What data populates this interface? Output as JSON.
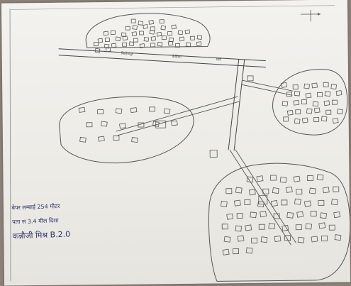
{
  "image": {
    "description_type": "hand-drawn village map on paper",
    "ink_color": "#2d3470",
    "pencil_color": "#555555",
    "paper_color": "#efeee9"
  },
  "map": {
    "settlements": [
      {
        "id": "north",
        "houses": 46
      },
      {
        "id": "west",
        "houses": 16
      },
      {
        "id": "east",
        "houses": 30
      },
      {
        "id": "south-east",
        "houses": 60
      }
    ],
    "road_labels": [
      "फिरोजपुर",
      "केडिका",
      "मार्ग"
    ],
    "compass": "north-arrow"
  },
  "legend": {
    "line1": "बेपर लम्बाई 254 मीटर",
    "line2": "पता स 3.4 मील दिशा",
    "line3": "कन्नौजी मिश्र B.2.0"
  }
}
